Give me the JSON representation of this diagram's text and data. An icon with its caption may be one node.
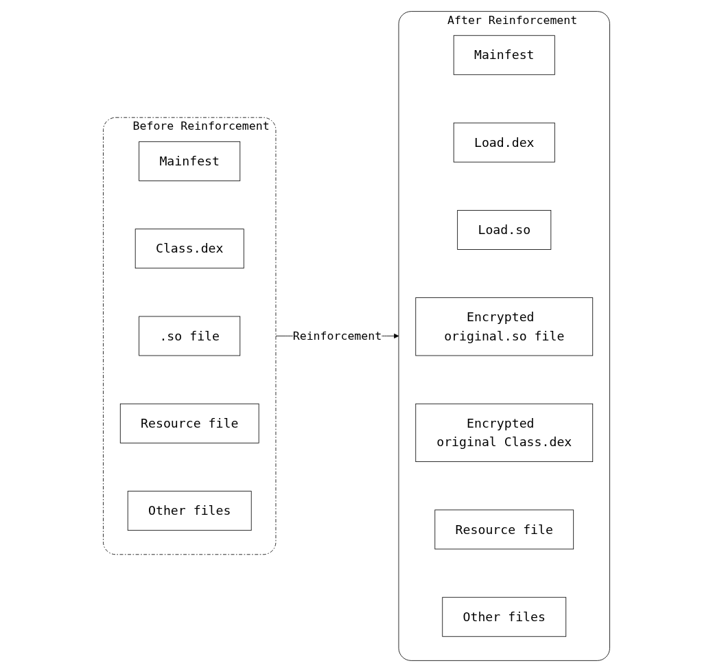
{
  "diagram": {
    "nodes": [
      {
        "text": [
          "Before Reinforcement"
        ]
      },
      {
        "text": [
          "Mainfest"
        ],
        "in": 0
      },
      {
        "text": [
          "Class.dex"
        ],
        "in": 0
      },
      {
        "text": [
          ".so file"
        ],
        "in": 0
      },
      {
        "text": [
          "Resource file"
        ],
        "in": 0
      },
      {
        "text": [
          "Other files"
        ],
        "in": 0
      },
      {
        "text": [
          "After Reinforcement"
        ]
      },
      {
        "text": [
          "Mainfest"
        ],
        "in": 6
      },
      {
        "text": [
          "Load.dex"
        ],
        "in": 6
      },
      {
        "text": [
          "Load.so"
        ],
        "in": 6
      },
      {
        "text": [
          "Encrypted original.so file"
        ],
        "in": 6
      },
      {
        "text": [
          "Encrypted original Class.dex"
        ],
        "in": 6
      },
      {
        "text": [
          "Resource file"
        ],
        "in": 6
      },
      {
        "text": [
          "Other files"
        ],
        "in": 6
      }
    ],
    "edges": [
      {
        "from": 0,
        "to": 6,
        "arrow": "to",
        "label": "Reinforcement"
      }
    ]
  }
}
